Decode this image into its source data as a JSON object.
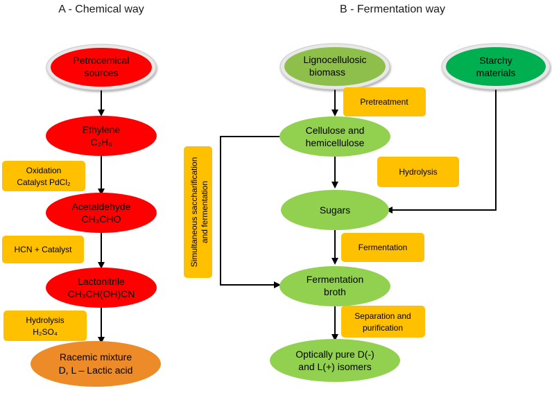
{
  "titles": {
    "chemical": "A - Chemical way",
    "fermentation": "B - Fermentation way"
  },
  "chemical": {
    "petro": [
      "Petrocemical",
      "sources"
    ],
    "ethylene": [
      "Ethylene",
      "C₂H₆"
    ],
    "acetaldehyde": [
      "Acetaldehyde",
      "CH₃CHO"
    ],
    "lactonitrile": [
      "Lactonitrile",
      "CH₃CH(OH)CN"
    ],
    "racemic": [
      "Racemic mixture",
      "D, L – Lactic acid"
    ],
    "step_oxidation": [
      "Oxidation",
      "Catalyst PdCl₂"
    ],
    "step_hcn": [
      "HCN + Catalyst"
    ],
    "step_hydrolysis": [
      "Hydrolysis",
      "H₂SO₄"
    ]
  },
  "fermentation": {
    "lignocellulosic": [
      "Lignocellulosic",
      "biomass"
    ],
    "starchy": [
      "Starchy",
      "materials"
    ],
    "cellulose": [
      "Cellulose and",
      "hemicellulose"
    ],
    "sugars": [
      "Sugars"
    ],
    "broth": [
      "Fermentation",
      "broth"
    ],
    "pure": [
      "Optically pure D(-)",
      "and L(+) isomers"
    ],
    "step_pretreatment": [
      "Pretreatment"
    ],
    "step_hydrolysis": [
      "Hydrolysis"
    ],
    "step_fermentation": [
      "Fermentation"
    ],
    "step_separation": [
      "Separation and",
      "purification"
    ],
    "ssf": [
      "Simultaneous saccharification",
      "and fermentation"
    ]
  },
  "colors": {
    "red": "#ff0000",
    "green_light": "#92d050",
    "green_olive": "#8fbf4b",
    "green_dark": "#00b050",
    "orange": "#ec8b27",
    "yellow": "#ffc000"
  }
}
